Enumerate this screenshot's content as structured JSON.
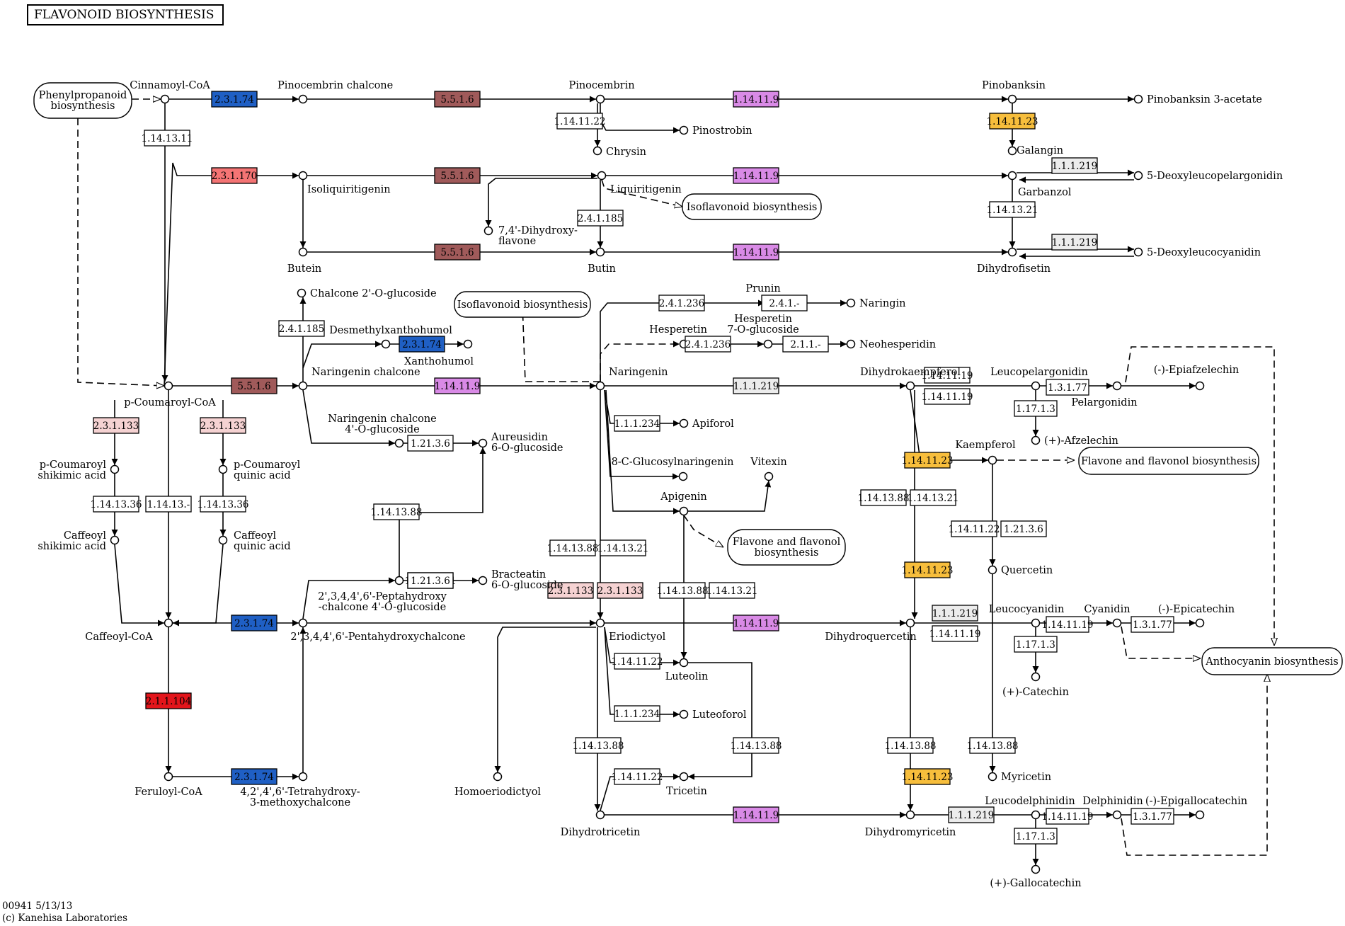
{
  "title": "FLAVONOID BIOSYNTHESIS",
  "footer": {
    "map_id": "00941 5/13/13",
    "copyright": "(c) Kanehisa Laboratories"
  },
  "colors": {
    "blue": "#1f5fc4",
    "brown": "#a05a5a",
    "violet": "#d98ae6",
    "salmon": "#f47474",
    "pink": "#f5d2d2",
    "orange": "#f7be3c",
    "red": "#e3151b",
    "gray": "#ececec",
    "white": "#ffffff"
  },
  "diagram": {
    "compounds": [
      {
        "id": "cinnamoyl",
        "label": "Cinnamoyl-CoA"
      },
      {
        "id": "pinocembrin_chalcone",
        "label": "Pinocembrin chalcone"
      },
      {
        "id": "pinocembrin",
        "label": "Pinocembrin"
      },
      {
        "id": "pinobanksin",
        "label": "Pinobanksin"
      },
      {
        "id": "pinobanksin_acetate",
        "label": "Pinobanksin 3-acetate"
      },
      {
        "id": "pinostrobin",
        "label": "Pinostrobin"
      },
      {
        "id": "chrysin",
        "label": "Chrysin"
      },
      {
        "id": "galangin",
        "label": "Galangin"
      },
      {
        "id": "isoliquiritigenin",
        "label": "Isoliquiritigenin"
      },
      {
        "id": "liquiritigenin",
        "label": "Liquiritigenin"
      },
      {
        "id": "garbanzol",
        "label": "Garbanzol"
      },
      {
        "id": "deoxyleucopelargonidin",
        "label": "5-Deoxyleucopelargonidin"
      },
      {
        "id": "dihydroxyflavone",
        "label": "7,4'-Dihydroxy-\nflavone"
      },
      {
        "id": "butein",
        "label": "Butein"
      },
      {
        "id": "butin",
        "label": "Butin"
      },
      {
        "id": "dihydrofisetin",
        "label": "Dihydrofisetin"
      },
      {
        "id": "deoxyleucocyanidin",
        "label": "5-Deoxyleucocyanidin"
      },
      {
        "id": "chalcone_glucoside",
        "label": "Chalcone 2'-O-glucoside"
      },
      {
        "id": "prunin",
        "label": "Prunin"
      },
      {
        "id": "naringin",
        "label": "Naringin"
      },
      {
        "id": "hesperetin",
        "label": "Hesperetin"
      },
      {
        "id": "hesperetin_glucoside",
        "label": "Hesperetin\n7-O-glucoside"
      },
      {
        "id": "neohesperidin",
        "label": "Neohesperidin"
      },
      {
        "id": "desmethylxanthohumol",
        "label": "Desmethylxanthohumol"
      },
      {
        "id": "xanthohumol",
        "label": "Xanthohumol"
      },
      {
        "id": "pcoumaroyl",
        "label": "p-Coumaroyl-CoA"
      },
      {
        "id": "naringenin_chalcone",
        "label": "Naringenin chalcone"
      },
      {
        "id": "naringenin",
        "label": "Naringenin"
      },
      {
        "id": "dihydrokaempferol",
        "label": "Dihydrokaempferol"
      },
      {
        "id": "leucopelargonidin",
        "label": "Leucopelargonidin"
      },
      {
        "id": "pelargonidin",
        "label": "Pelargonidin"
      },
      {
        "id": "epiafzelechin",
        "label": "(-)-Epiafzelechin"
      },
      {
        "id": "afzelechin",
        "label": "(+)-Afzelechin"
      },
      {
        "id": "nc_glucoside",
        "label": "Naringenin chalcone\n4'-O-glucoside"
      },
      {
        "id": "aureusidin",
        "label": "Aureusidin\n6-O-glucoside"
      },
      {
        "id": "apiforol",
        "label": "Apiforol"
      },
      {
        "id": "kaempferol",
        "label": "Kaempferol"
      },
      {
        "id": "pc_shikimic",
        "label": "p-Coumaroyl\nshikimic acid"
      },
      {
        "id": "pc_quinic",
        "label": "p-Coumaroyl\nquinic acid"
      },
      {
        "id": "glucosylnaringenin",
        "label": "8-C-Glucosylnaringenin"
      },
      {
        "id": "vitexin",
        "label": "Vitexin"
      },
      {
        "id": "apigenin",
        "label": "Apigenin"
      },
      {
        "id": "caf_shikimic",
        "label": "Caffeoyl\nshikimic acid"
      },
      {
        "id": "caf_quinic",
        "label": "Caffeoyl\nquinic acid"
      },
      {
        "id": "quercetin",
        "label": "Quercetin"
      },
      {
        "id": "bracteatin",
        "label": "Bracteatin\n6-O-glucoside"
      },
      {
        "id": "peptahydroxy",
        "label": "2',3,4,4',6'-Peptahydroxy\n-chalcone 4'-O-glucoside"
      },
      {
        "id": "caffeoyl",
        "label": "Caffeoyl-CoA"
      },
      {
        "id": "pentahydroxychalcone",
        "label": "2',3,4,4',6'-Pentahydroxychalcone"
      },
      {
        "id": "eriodictyol",
        "label": "Eriodictyol"
      },
      {
        "id": "dihydroquercetin",
        "label": "Dihydroquercetin"
      },
      {
        "id": "leucocyanidin",
        "label": "Leucocyanidin"
      },
      {
        "id": "cyanidin",
        "label": "Cyanidin"
      },
      {
        "id": "epicatechin",
        "label": "(-)-Epicatechin"
      },
      {
        "id": "luteolin",
        "label": "Luteolin"
      },
      {
        "id": "catechin",
        "label": "(+)-Catechin"
      },
      {
        "id": "luteoforol",
        "label": "Luteoforol"
      },
      {
        "id": "feruloyl",
        "label": "Feruloyl-CoA"
      },
      {
        "id": "tetrahydroxy",
        "label": "4,2',4',6'-Tetrahydroxy-\n3-methoxychalcone"
      },
      {
        "id": "homoeriodictyol",
        "label": "Homoeriodictyol"
      },
      {
        "id": "tricetin",
        "label": "Tricetin"
      },
      {
        "id": "myricetin",
        "label": "Myricetin"
      },
      {
        "id": "dihydrotricetin",
        "label": "Dihydrotricetin"
      },
      {
        "id": "dihydromyricetin",
        "label": "Dihydromyricetin"
      },
      {
        "id": "leucodelphinidin",
        "label": "Leucodelphinidin"
      },
      {
        "id": "delphinidin",
        "label": "Delphinidin"
      },
      {
        "id": "epigallocatechin",
        "label": "(-)-Epigallocatechin"
      },
      {
        "id": "gallocatechin",
        "label": "(+)-Gallocatechin"
      }
    ],
    "enzymes": [
      {
        "label": "2.3.1.74",
        "color": "blue"
      },
      {
        "label": "5.5.1.6",
        "color": "brown"
      },
      {
        "label": "1.14.11.9",
        "color": "violet"
      },
      {
        "label": "1.14.13.11",
        "color": "white"
      },
      {
        "label": "1.14.11.22",
        "color": "white"
      },
      {
        "label": "1.14.11.23",
        "color": "orange"
      },
      {
        "label": "2.3.1.170",
        "color": "salmon"
      },
      {
        "label": "5.5.1.6",
        "color": "brown"
      },
      {
        "label": "1.14.11.9",
        "color": "violet"
      },
      {
        "label": "1.1.1.219",
        "color": "gray"
      },
      {
        "label": "1.14.13.21",
        "color": "white"
      },
      {
        "label": "1.1.1.219",
        "color": "gray"
      },
      {
        "label": "5.5.1.6",
        "color": "brown"
      },
      {
        "label": "1.14.11.9",
        "color": "violet"
      },
      {
        "label": "2.4.1.185",
        "color": "white"
      },
      {
        "label": "2.4.1.236",
        "color": "white"
      },
      {
        "label": "2.4.1.-",
        "color": "white"
      },
      {
        "label": "2.4.1.185",
        "color": "white"
      },
      {
        "label": "2.4.1.236",
        "color": "white"
      },
      {
        "label": "2.1.1.-",
        "color": "white"
      },
      {
        "label": "2.3.1.74",
        "color": "blue"
      },
      {
        "label": "5.5.1.6",
        "color": "brown"
      },
      {
        "label": "1.14.11.9",
        "color": "violet"
      },
      {
        "label": "1.1.1.219",
        "color": "gray"
      },
      {
        "label": "1.14.11.19",
        "color": "white"
      },
      {
        "label": "1.3.1.77",
        "color": "white"
      },
      {
        "label": "1.14.11.19",
        "color": "white"
      },
      {
        "label": "1.17.1.3",
        "color": "white"
      },
      {
        "label": "2.3.1.133",
        "color": "pink"
      },
      {
        "label": "2.3.1.133",
        "color": "pink"
      },
      {
        "label": "1.21.3.6",
        "color": "white"
      },
      {
        "label": "1.1.1.234",
        "color": "white"
      },
      {
        "label": "1.14.11.23",
        "color": "orange"
      },
      {
        "label": "1.14.13.36",
        "color": "white"
      },
      {
        "label": "1.14.13.-",
        "color": "white"
      },
      {
        "label": "1.14.13.36",
        "color": "white"
      },
      {
        "label": "1.14.13.88",
        "color": "white"
      },
      {
        "label": "1.14.13.21",
        "color": "white"
      },
      {
        "label": "1.14.11.22",
        "color": "white"
      },
      {
        "label": "1.21.3.6",
        "color": "white"
      },
      {
        "label": "1.14.13.88",
        "color": "white"
      },
      {
        "label": "1.14.13.21",
        "color": "white"
      },
      {
        "label": "1.14.13.88",
        "color": "white"
      },
      {
        "label": "1.14.13.21",
        "color": "white"
      },
      {
        "label": "2.3.1.133",
        "color": "pink"
      },
      {
        "label": "2.3.1.133",
        "color": "pink"
      },
      {
        "label": "1.14.11.23",
        "color": "orange"
      },
      {
        "label": "1.21.3.6",
        "color": "white"
      },
      {
        "label": "1.14.13.88",
        "color": "white"
      },
      {
        "label": "1.14.13.21",
        "color": "white"
      },
      {
        "label": "2.3.1.74",
        "color": "blue"
      },
      {
        "label": "1.14.11.9",
        "color": "violet"
      },
      {
        "label": "1.1.1.219",
        "color": "gray"
      },
      {
        "label": "1.14.11.19",
        "color": "white"
      },
      {
        "label": "1.14.11.19",
        "color": "white"
      },
      {
        "label": "1.3.1.77",
        "color": "white"
      },
      {
        "label": "1.17.1.3",
        "color": "white"
      },
      {
        "label": "1.14.11.22",
        "color": "white"
      },
      {
        "label": "1.1.1.234",
        "color": "white"
      },
      {
        "label": "2.1.1.104",
        "color": "red"
      },
      {
        "label": "1.14.13.88",
        "color": "white"
      },
      {
        "label": "1.14.13.88",
        "color": "white"
      },
      {
        "label": "1.14.13.88",
        "color": "white"
      },
      {
        "label": "1.14.13.88",
        "color": "white"
      },
      {
        "label": "2.3.1.74",
        "color": "blue"
      },
      {
        "label": "1.14.11.22",
        "color": "white"
      },
      {
        "label": "1.14.11.23",
        "color": "orange"
      },
      {
        "label": "1.14.11.9",
        "color": "violet"
      },
      {
        "label": "1.1.1.219",
        "color": "gray"
      },
      {
        "label": "1.14.11.19",
        "color": "white"
      },
      {
        "label": "1.3.1.77",
        "color": "white"
      },
      {
        "label": "1.17.1.3",
        "color": "white"
      }
    ],
    "pathway_links": [
      {
        "label": "Phenylpropanoid\nbiosynthesis"
      },
      {
        "label": "Isoflavonoid biosynthesis"
      },
      {
        "label": "Isoflavonoid biosynthesis"
      },
      {
        "label": "Flavone and flavonol biosynthesis"
      },
      {
        "label": "Flavone and flavonol\nbiosynthesis"
      },
      {
        "label": "Anthocyanin biosynthesis"
      }
    ]
  }
}
